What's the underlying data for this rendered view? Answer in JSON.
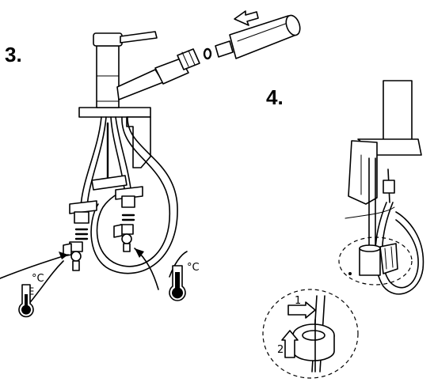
{
  "steps": {
    "step3": {
      "label": "3."
    },
    "step4": {
      "label": "4."
    }
  },
  "thermometers": {
    "left": {
      "unit_label": "°C"
    },
    "right": {
      "unit_label": "°C"
    }
  },
  "detail": {
    "arrow1_label": "1",
    "arrow2_label": "2"
  },
  "colors": {
    "line": "#000000",
    "background": "#ffffff"
  }
}
